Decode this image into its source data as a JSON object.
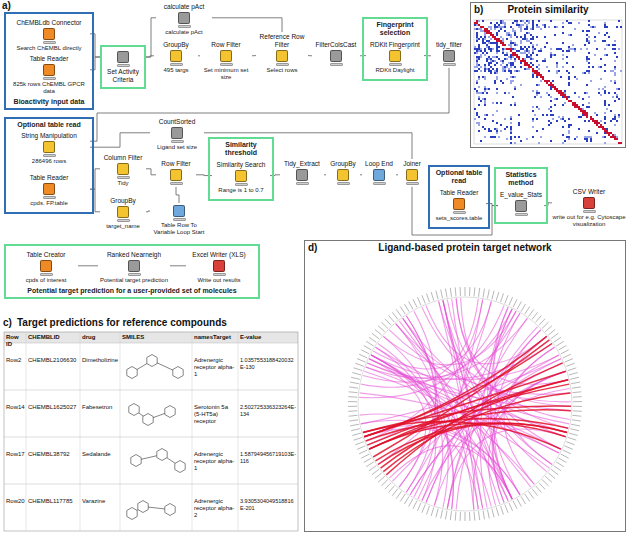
{
  "diagram": {
    "nodes": [
      {
        "text": [
          "Bioactivity input data"
        ]
      },
      {
        "text": [
          "ChEMBLdb Connector",
          "Search ChEMBL directly"
        ],
        "in": 0
      },
      {
        "text": [
          "Table Reader",
          "825k rows ChEMBL GPCR data"
        ],
        "in": 0
      },
      {
        "text": [
          "Set Activity Criteria"
        ]
      },
      {
        "text": [
          "calculate pAct",
          "calculate pAct"
        ]
      },
      {
        "text": [
          "GroupBy",
          "495 targs"
        ]
      },
      {
        "text": [
          "Row Filter",
          "Set minimum set size"
        ]
      },
      {
        "text": [
          "Reference Row Filter",
          "Select rows"
        ]
      },
      {
        "text": [
          "FilterColsCast"
        ]
      },
      {
        "text": [
          "Fingerprint selection"
        ]
      },
      {
        "text": [
          "RDKit Fingerprint",
          "RDKit Daylight"
        ],
        "in": 9
      },
      {
        "text": [
          "tidy_filter"
        ]
      },
      {
        "text": [
          "Optional table read"
        ]
      },
      {
        "text": [
          "String Manipulation",
          "286496 rows"
        ],
        "in": 12
      },
      {
        "text": [
          "Table Reader",
          "cpds. FP.table"
        ],
        "in": 12
      },
      {
        "text": [
          "CountSorted",
          "Ligand set size"
        ]
      },
      {
        "text": [
          "Column Filter",
          "Tidy"
        ]
      },
      {
        "text": [
          "GroupBy",
          "target_name"
        ]
      },
      {
        "text": [
          "Table Row To Variable Loop Start"
        ]
      },
      {
        "text": [
          "Row Filter"
        ]
      },
      {
        "text": [
          "Similarity threshold"
        ]
      },
      {
        "text": [
          "Similarity Search",
          "Range is 1 to 0.7"
        ],
        "in": 20
      },
      {
        "text": [
          "Tidy_Extract"
        ]
      },
      {
        "text": [
          "GroupBy"
        ]
      },
      {
        "text": [
          "Loop End"
        ]
      },
      {
        "text": [
          "Joiner"
        ]
      },
      {
        "text": [
          "Optional table read"
        ]
      },
      {
        "text": [
          "Table Reader",
          "sets_scores.table"
        ],
        "in": 26
      },
      {
        "text": [
          "Statistics method"
        ]
      },
      {
        "text": [
          "E_value_Stats"
        ],
        "in": 28
      },
      {
        "text": [
          "CSV Writer",
          "write out for e.g. Cytoscape visualization"
        ]
      },
      {
        "text": [
          "Potential target prediction for a user-provided set of molecules"
        ]
      },
      {
        "text": [
          "Table Creator",
          "cpds of interest"
        ],
        "in": 31
      },
      {
        "text": [
          "Ranked Nearneigh",
          "Potential target prediction"
        ],
        "in": 31
      },
      {
        "text": [
          "Excel Writer (XLS)",
          "Write out results"
        ],
        "in": 31
      },
      {
        "text": [
          "b)",
          "Protein similarity"
        ]
      },
      {
        "text": [
          "d)",
          "Ligand-based protein target network"
        ]
      }
    ],
    "edges": [
      {
        "from": 1,
        "to": 3,
        "arrow": "none"
      },
      {
        "from": 2,
        "to": 3,
        "arrow": "none"
      },
      {
        "from": 3,
        "to": 4,
        "arrow": "none"
      },
      {
        "from": 3,
        "to": 5,
        "arrow": "none"
      },
      {
        "from": 4,
        "to": 7,
        "arrow": "none"
      },
      {
        "from": 5,
        "to": 6,
        "arrow": "none"
      },
      {
        "from": 6,
        "to": 7,
        "arrow": "none"
      },
      {
        "from": 7,
        "to": 8,
        "arrow": "none"
      },
      {
        "from": 8,
        "to": 10,
        "arrow": "none"
      },
      {
        "from": 10,
        "to": 11,
        "arrow": "none"
      },
      {
        "from": 11,
        "to": 13,
        "arrow": "none"
      },
      {
        "from": 13,
        "to": 15,
        "arrow": "none"
      },
      {
        "from": 14,
        "to": 16,
        "arrow": "none"
      },
      {
        "from": 14,
        "to": 17,
        "arrow": "none"
      },
      {
        "from": 16,
        "to": 19,
        "arrow": "none"
      },
      {
        "from": 17,
        "to": 18,
        "arrow": "none"
      },
      {
        "from": 18,
        "to": 19,
        "arrow": "none"
      },
      {
        "from": 19,
        "to": 21,
        "arrow": "none"
      },
      {
        "from": 21,
        "to": 22,
        "arrow": "none"
      },
      {
        "from": 22,
        "to": 23,
        "arrow": "none"
      },
      {
        "from": 23,
        "to": 24,
        "arrow": "none"
      },
      {
        "from": 24,
        "to": 25,
        "arrow": "none"
      },
      {
        "from": 15,
        "to": 25,
        "arrow": "none"
      },
      {
        "from": 25,
        "to": 29,
        "arrow": "none"
      },
      {
        "from": 27,
        "to": 29,
        "arrow": "none"
      },
      {
        "from": 29,
        "to": 30,
        "arrow": "none"
      },
      {
        "from": 32,
        "to": 33,
        "arrow": "none"
      },
      {
        "from": 33,
        "to": 34,
        "arrow": "none"
      }
    ],
    "labels": [
      "a)",
      "c)",
      "Target predictions for reference compounds",
      "Row ID",
      "CHEMBLID",
      "drug",
      "SMILES",
      "namesTarget",
      "E-value",
      "Row2",
      "CHEMBL2106630",
      "Dimetholizine",
      "Adrenergic receptor alpha-1",
      "1.0357553188420032E-130",
      "Row14",
      "CHEMBL1625027",
      "Fabesetron",
      "Serotonin 5a (5-HT5a) receptor",
      "2.502725336323264E-134",
      "Row17",
      "CHEMBL38792",
      "Sedalande",
      "Adrenergic receptor alpha-1",
      "1.587949456719103E-116",
      "Row20",
      "CHEMBL117785",
      "Varazine",
      "Adrenergic receptor alpha-2",
      "3.9305304049518816E-201"
    ]
  }
}
